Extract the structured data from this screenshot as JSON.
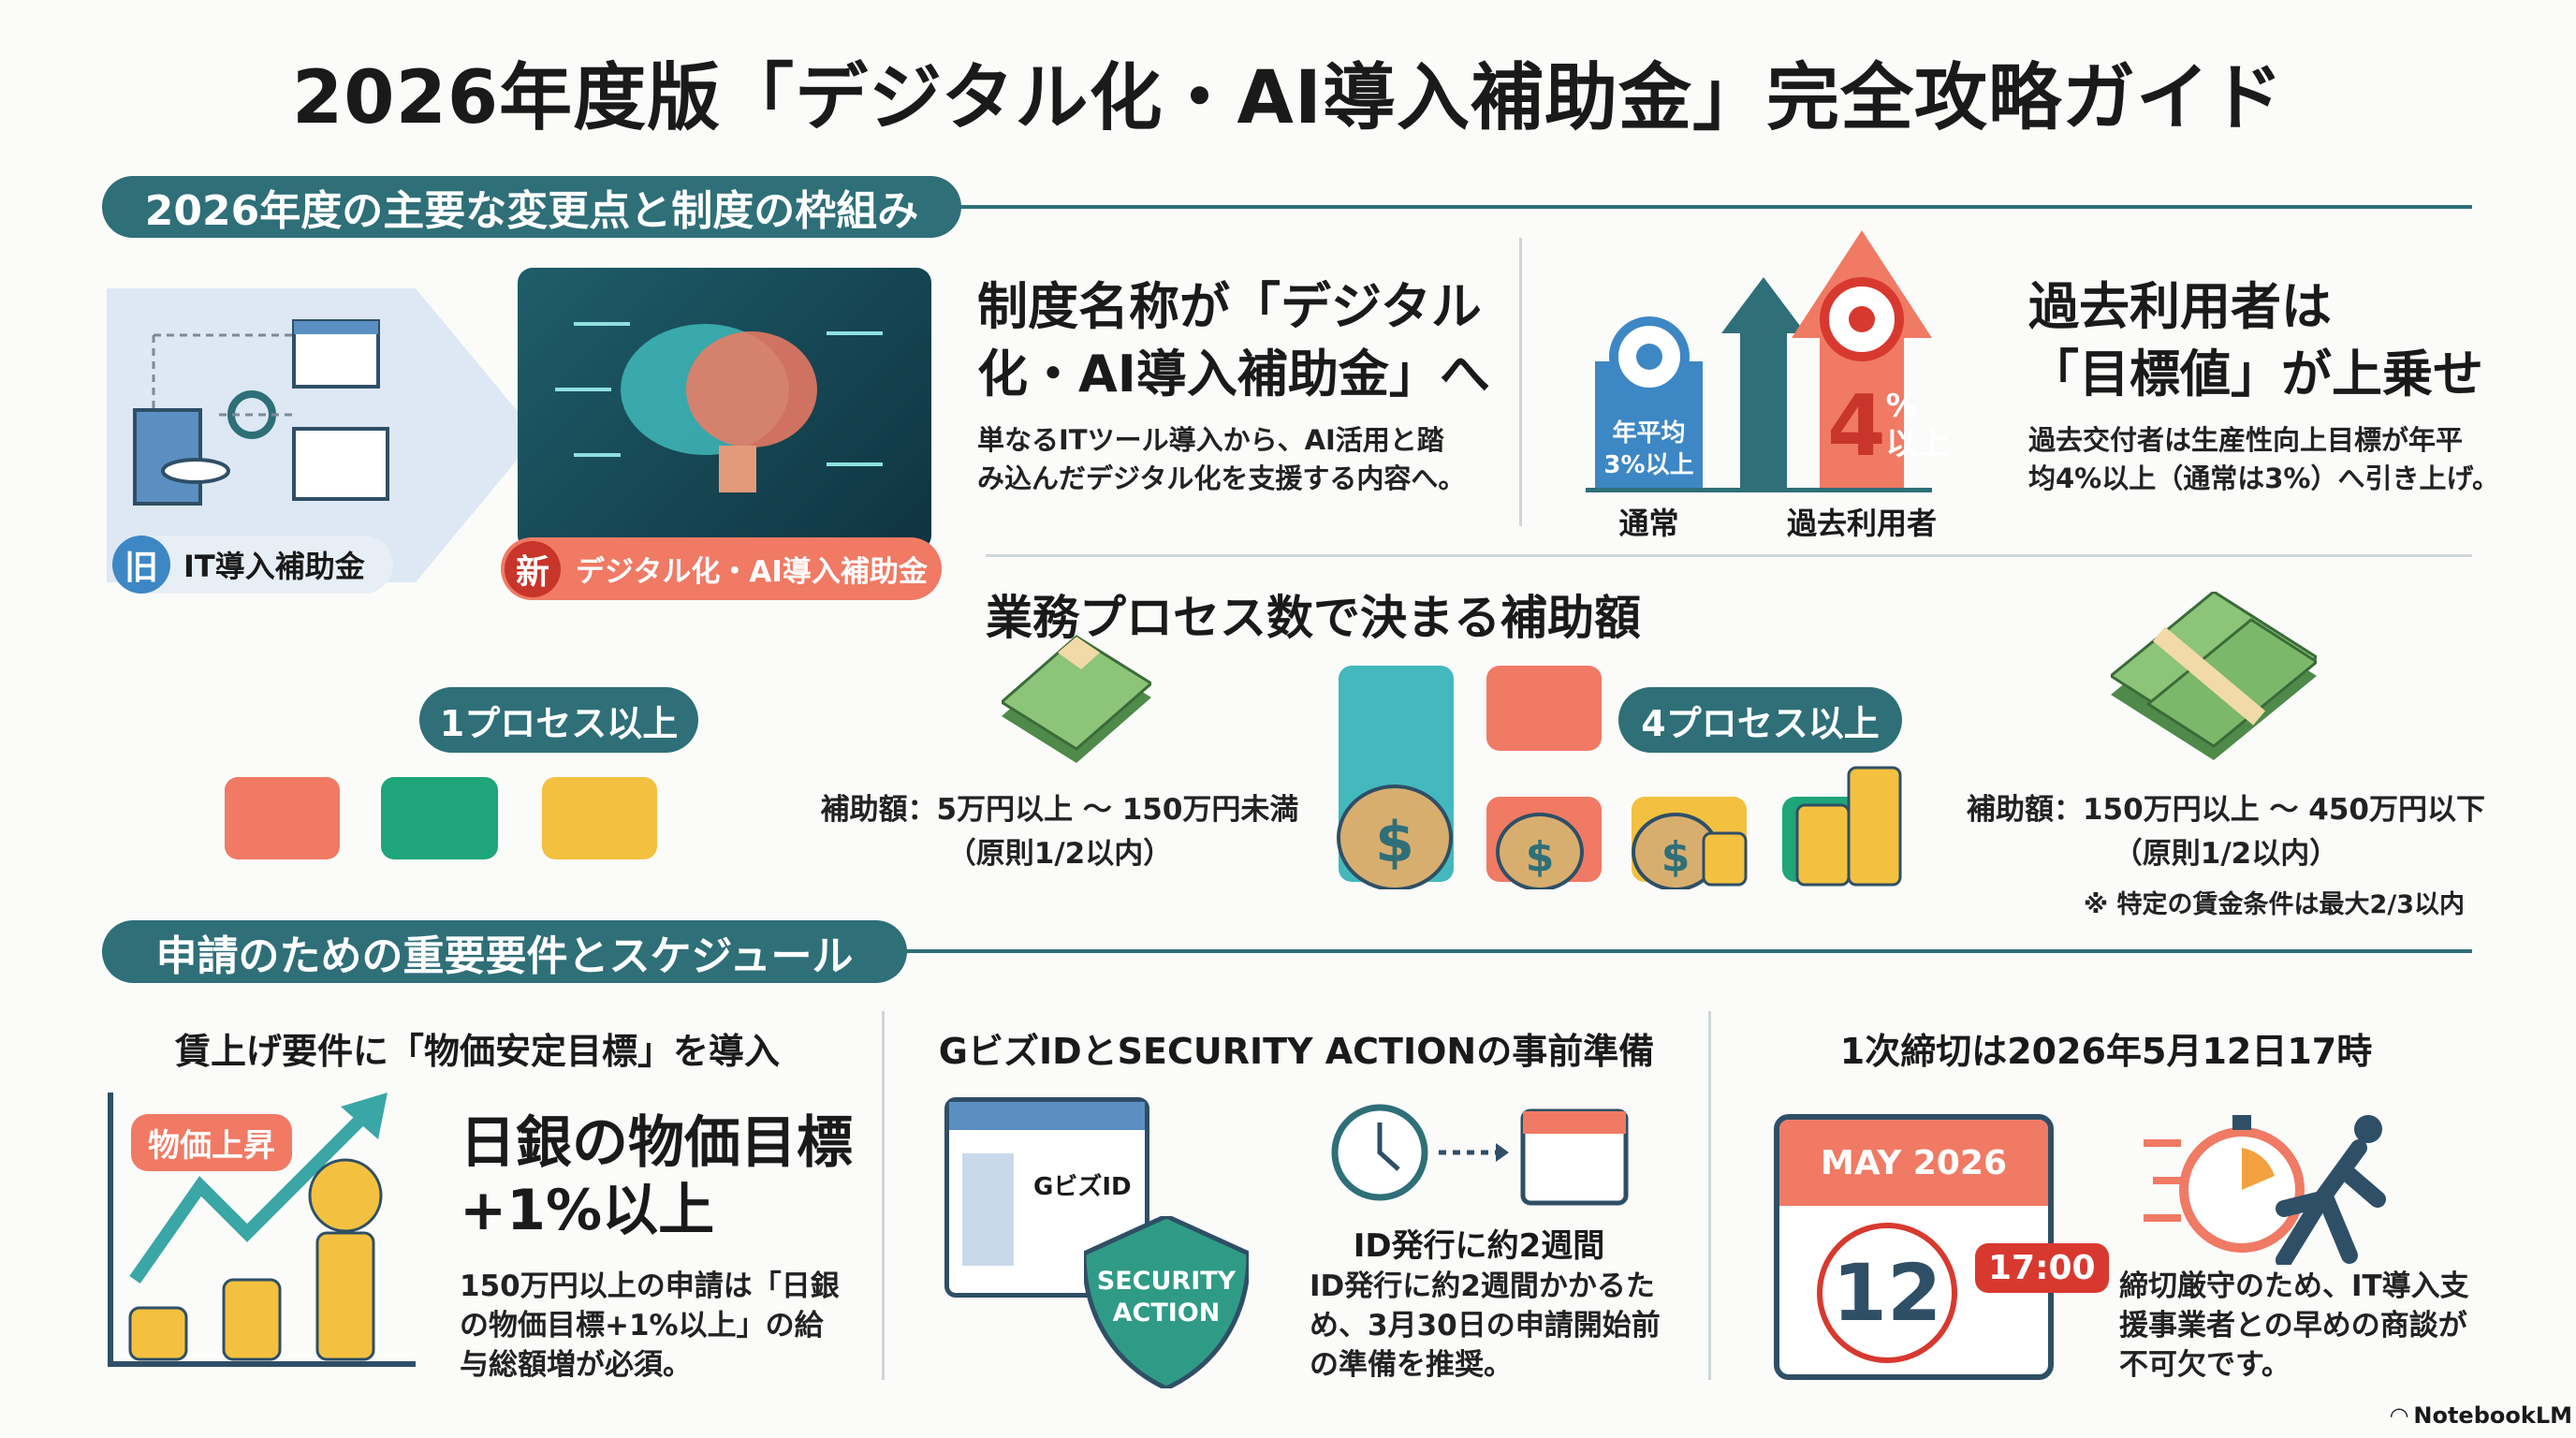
{
  "title": "2026年度版「デジタル化・AI導入補助金」完全攻略ガイド",
  "section1": {
    "label": "2026年度の主要な変更点と制度の枠組み",
    "old_badge": "旧",
    "old_label": "IT導入補助金",
    "new_badge": "新",
    "new_label": "デジタル化・AI導入補助金",
    "rename_heading_1": "制度名称が「デジタル",
    "rename_heading_2": "化・AI導入補助金」へ",
    "rename_body_1": "単なるITツール導入から、AI活用と踏",
    "rename_body_2": "み込んだデジタル化を支援する内容へ。",
    "chart_normal_label_1": "年平均",
    "chart_normal_label_2": "3%以上",
    "chart_past_label_1": "4",
    "chart_past_label_2": "%",
    "chart_past_label_3": "以上",
    "chart_x_normal": "通常",
    "chart_x_past": "過去利用者",
    "target_heading_1": "過去利用者は",
    "target_heading_2": "「目標値」が上乗せ",
    "target_body_1": "過去交付者は生産性向上目標が年平",
    "target_body_2": "均4%以上（通常は3%）へ引き上げ。"
  },
  "process": {
    "heading": "業務プロセス数で決まる補助額",
    "small_pill": "1プロセス以上",
    "small_amount": "補助額：5万円以上 ～ 150万円未満",
    "small_rule": "（原則1/2以内）",
    "large_pill": "4プロセス以上",
    "large_amount": "補助額：150万円以上 ～ 450万円以下",
    "large_rule": "（原則1/2以内）",
    "note": "※ 特定の賃金条件は最大2/3以内"
  },
  "section2": {
    "label": "申請のための重要要件とスケジュール",
    "col1": {
      "heading": "賃上げ要件に「物価安定目標」を導入",
      "tag": "物価上昇",
      "big_1": "日銀の物価目標",
      "big_2": "+1%以上",
      "body_1": "150万円以上の申請は「日銀",
      "body_2": "の物価目標+1%以上」の給",
      "body_3": "与総額増が必須。"
    },
    "col2": {
      "heading": "GビズIDとSECURITY ACTIONの事前準備",
      "card_label": "GビズID",
      "shield_1": "SECURITY",
      "shield_2": "ACTION",
      "sub": "ID発行に約2週間",
      "body_1": "ID発行に約2週間かかるた",
      "body_2": "め、3月30日の申請開始前",
      "body_3": "の準備を推奨。"
    },
    "col3": {
      "heading": "1次締切は2026年5月12日17時",
      "month": "MAY 2026",
      "day": "12",
      "time": "17:00",
      "body_1": "締切厳守のため、IT導入支",
      "body_2": "援事業者との早めの商談が",
      "body_3": "不可欠です。"
    }
  },
  "footer": {
    "brand": "NotebookLM"
  },
  "colors": {
    "teal": "#2f6f78",
    "coral": "#f07a64",
    "green": "#1fa57a",
    "yellow": "#f3c13f",
    "red": "#d8392f",
    "blue": "#3d87c5"
  }
}
